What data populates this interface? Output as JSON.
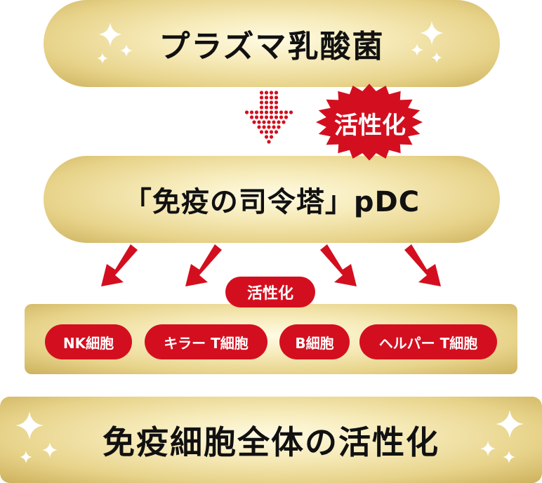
{
  "top_pill": {
    "label": "プラズマ乳酸菌"
  },
  "activation_badge": {
    "label": "活性化"
  },
  "mid_pill": {
    "label": "「免疫の司令塔」pDC"
  },
  "cells_badge": {
    "label": "活性化"
  },
  "cells": [
    {
      "label": "NK細胞"
    },
    {
      "label": "キラー T細胞"
    },
    {
      "label": "B細胞"
    },
    {
      "label": "ヘルパー T細胞"
    }
  ],
  "bottom_bar": {
    "label": "免疫細胞全体の活性化"
  },
  "colors": {
    "accent_red": "#d30f1f",
    "gold": "#e7d38a"
  },
  "icons": [
    "sparkle-icon",
    "dotted-arrow-icon",
    "burst-icon",
    "arrow-icon"
  ]
}
